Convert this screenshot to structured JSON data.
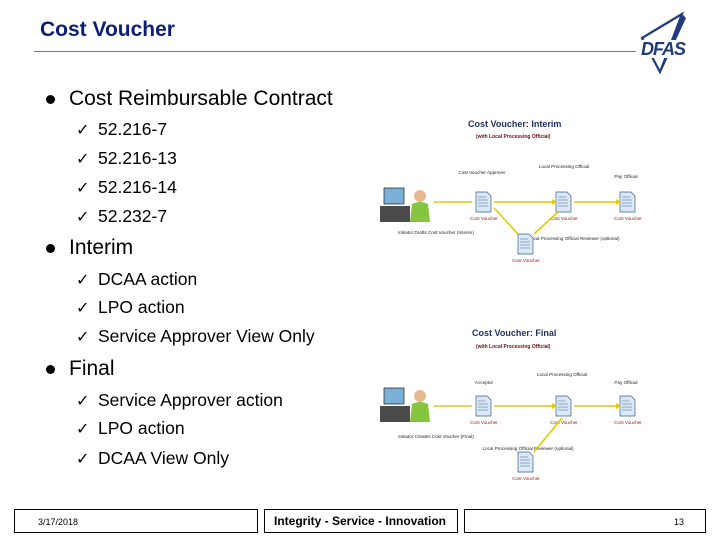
{
  "slide": {
    "title": "Cost Voucher",
    "logo_text": "DFAS",
    "sections": [
      {
        "heading": "Cost Reimbursable Contract",
        "items": [
          "52.216-7",
          "52.216-13",
          "52.216-14",
          "52.232-7"
        ]
      },
      {
        "heading": "Interim",
        "items": [
          "DCAA action",
          "LPO action",
          "Service Approver View Only"
        ]
      },
      {
        "heading": "Final",
        "items": [
          "Service Approver action",
          "LPO action",
          "DCAA View Only"
        ]
      }
    ],
    "check_glyph": "✓"
  },
  "diagrams": {
    "interim": {
      "title": "Cost Voucher: Interim",
      "subtitle": "(with Local Processing Official)",
      "initiator": "Initiator Drafts Cost Voucher (Interim)",
      "role1": "Cost Voucher Approver",
      "role2": "Local Processing Official",
      "role3": "Pay Official",
      "role4": "Local Processing Official Reviewer (optional)",
      "doc_label": "Cost Voucher"
    },
    "final": {
      "title": "Cost Voucher: Final",
      "subtitle": "(with Local Processing Official)",
      "initiator": "Initiator Creates Cost Voucher (Final)",
      "role1": "Acceptor",
      "role2": "Local Processing Official",
      "role3": "Pay Official",
      "role4": "Local Processing Official Reviewer (optional)",
      "doc_label": "Cost Voucher"
    }
  },
  "footer": {
    "date": "3/17/2018",
    "center": "Integrity - Service - Innovation",
    "page": "13"
  },
  "colors": {
    "title": "#0b1f7a",
    "diagram_arrow": "#e8c800",
    "doc_label": "#b01010"
  }
}
